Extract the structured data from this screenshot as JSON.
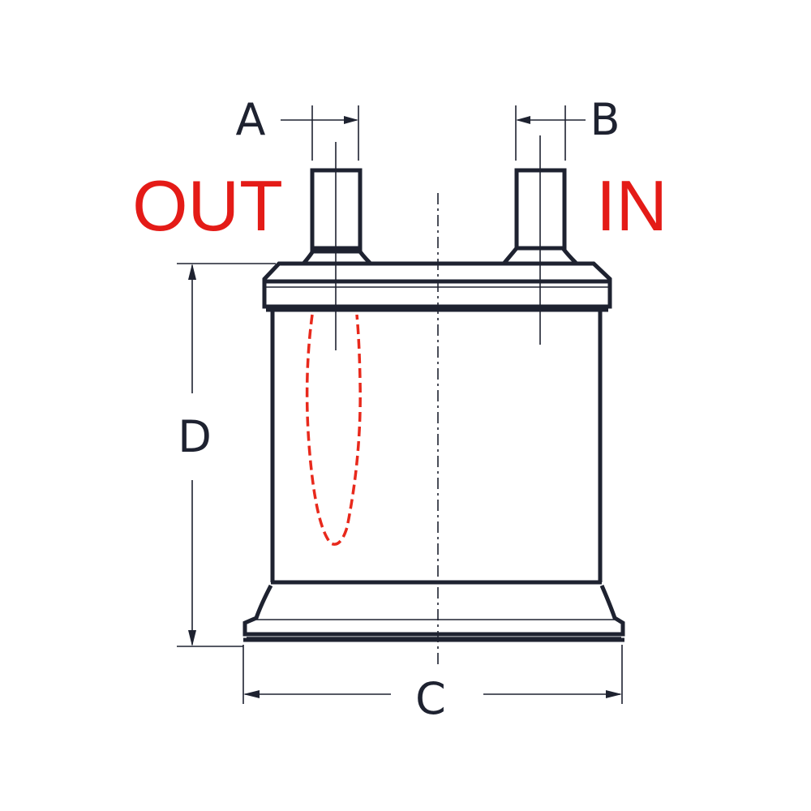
{
  "labels": {
    "out": "OUT",
    "in": "IN",
    "dim_a": "A",
    "dim_b": "B",
    "dim_c": "C",
    "dim_d": "D"
  },
  "colors": {
    "line": "#1e2230",
    "port_label": "#e41b17",
    "dip_tube": "#e8291c",
    "background": "#ffffff"
  }
}
